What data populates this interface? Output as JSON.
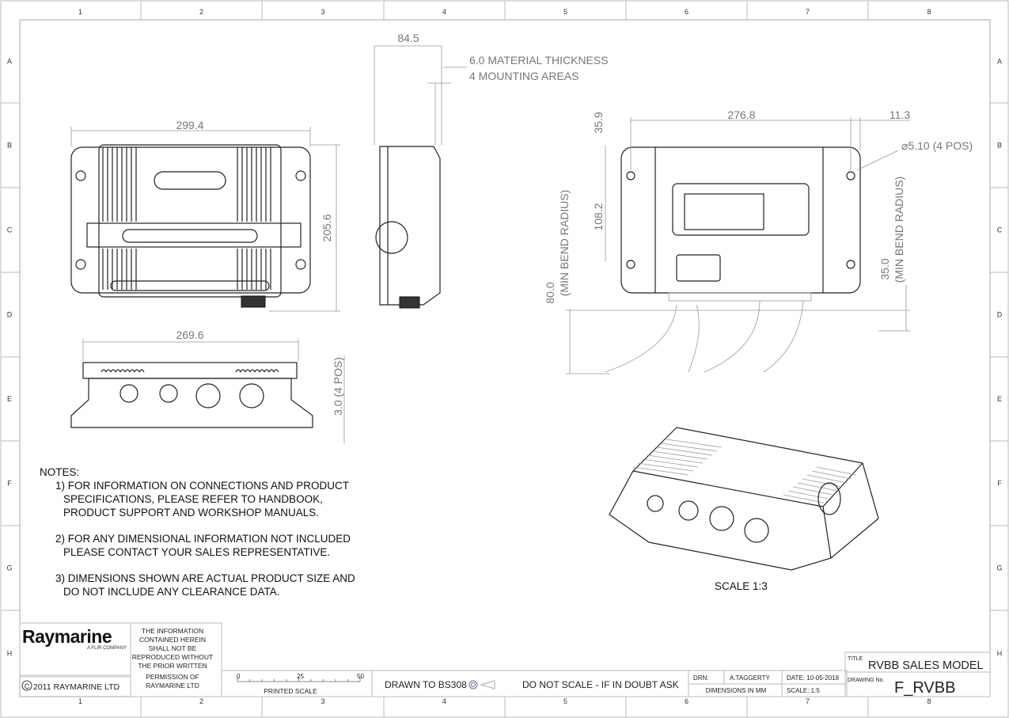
{
  "border": {
    "columns": [
      "1",
      "2",
      "3",
      "4",
      "5",
      "6",
      "7",
      "8"
    ],
    "rows": [
      "A",
      "B",
      "C",
      "D",
      "E",
      "F",
      "G",
      "H"
    ]
  },
  "dimensions": {
    "front_width": "299.4",
    "front_height": "205.6",
    "side_depth": "84.5",
    "material_thickness": "6.0 MATERIAL THICKNESS",
    "mounting_areas": "4 MOUNTING AREAS",
    "bottom_width": "269.6",
    "foot_height": "3.0 (4 POS)",
    "rear_hole_spacing": "276.8",
    "rear_edge_offset": "11.3",
    "hole_diameter": "5.10 (4 POS)",
    "hole_top_offset": "35.9",
    "hole_vertical_spacing": "108.2",
    "bend_radius_left": "80.0",
    "bend_radius_left_label": "(MIN BEND RADIUS)",
    "bend_radius_right": "35.0",
    "bend_radius_right_label": "(MIN BEND RADIUS)",
    "diameter_symbol": "⌀",
    "iso_scale": "SCALE 1:3"
  },
  "notes": {
    "heading": "NOTES:",
    "lines": [
      "1) FOR INFORMATION ON CONNECTIONS AND PRODUCT",
      "SPECIFICATIONS, PLEASE REFER TO HANDBOOK,",
      "PRODUCT SUPPORT AND WORKSHOP MANUALS.",
      "2) FOR ANY DIMENSIONAL INFORMATION NOT INCLUDED",
      "PLEASE CONTACT YOUR SALES REPRESENTATIVE.",
      "3) DIMENSIONS SHOWN ARE ACTUAL PRODUCT SIZE AND",
      "DO NOT INCLUDE ANY CLEARANCE DATA."
    ]
  },
  "title_block": {
    "logo": "Raymarine",
    "logo_sub": "A FLIR COMPANY",
    "copyright_symbol": "C",
    "copyright": "2011 RAYMARINE LTD",
    "disclaimer": [
      "THE INFORMATION",
      "CONTAINED HEREIN",
      "SHALL NOT BE",
      "REPRODUCED WITHOUT",
      "THE PRIOR WRITTEN",
      "PERMISSION OF",
      "RAYMARINE LTD"
    ],
    "scale_ticks": [
      "0",
      "25",
      "50"
    ],
    "printed_scale": "PRINTED SCALE",
    "drawn_to": "DRAWN TO BS308",
    "do_not_scale": "DO NOT SCALE - IF IN DOUBT ASK",
    "drn_label": "DRN:",
    "drn_value": "A.TAGGERTY",
    "date": "DATE: 10-05-2018",
    "units": "DIMENSIONS IN MM",
    "scale": "SCALE:  1:5",
    "title_label": "TITLE",
    "title": "RVBB SALES MODEL",
    "drawing_no_label": "DRAWING No.",
    "drawing_no": "F_RVBB"
  }
}
